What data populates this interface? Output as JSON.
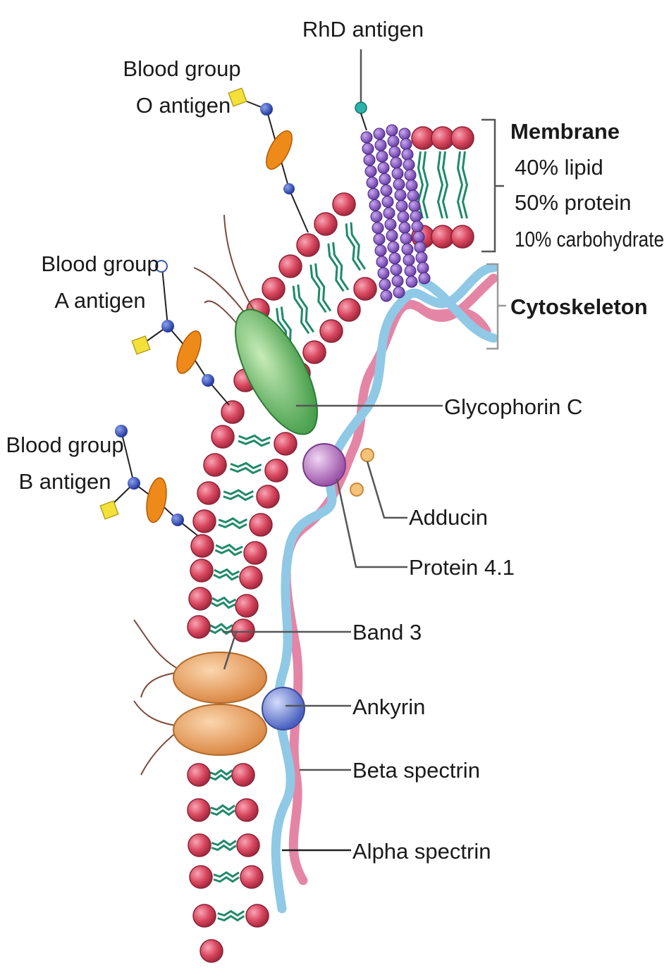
{
  "labels": {
    "rhd": "RhD antigen",
    "o_line1": "Blood group",
    "o_line2": "O antigen",
    "a_line1": "Blood group",
    "a_line2": "A antigen",
    "b_line1": "Blood group",
    "b_line2": "B antigen",
    "membrane_title": "Membrane",
    "membrane_lipid": "40% lipid",
    "membrane_protein": "50% protein",
    "membrane_carb": "10% carbohydrate",
    "cytoskeleton": "Cytoskeleton",
    "glycophorin": "Glycophorin C",
    "adducin": "Adducin",
    "protein41": "Protein 4.1",
    "band3": "Band 3",
    "ankyrin": "Ankyrin",
    "beta_spectrin": "Beta spectrin",
    "alpha_spectrin": "Alpha spectrin"
  },
  "colors": {
    "lipid_head": "#d9475f",
    "lipid_tail": "#1f8a6a",
    "rhd_protein": "#7a4fb3",
    "glycophorin": "#6cc06a",
    "protein41": "#c47dc9",
    "band3": "#f0a86a",
    "ankyrin": "#7c8fd8",
    "beta_spectrin": "#e585a5",
    "alpha_spectrin": "#8fc9e6",
    "sugar_blue": "#3b58b8",
    "sugar_orange": "#ee8a1a",
    "sugar_yellow": "#f3e13a",
    "adducin": "#f5c27a",
    "rhd_antigen": "#2ab3a8"
  }
}
